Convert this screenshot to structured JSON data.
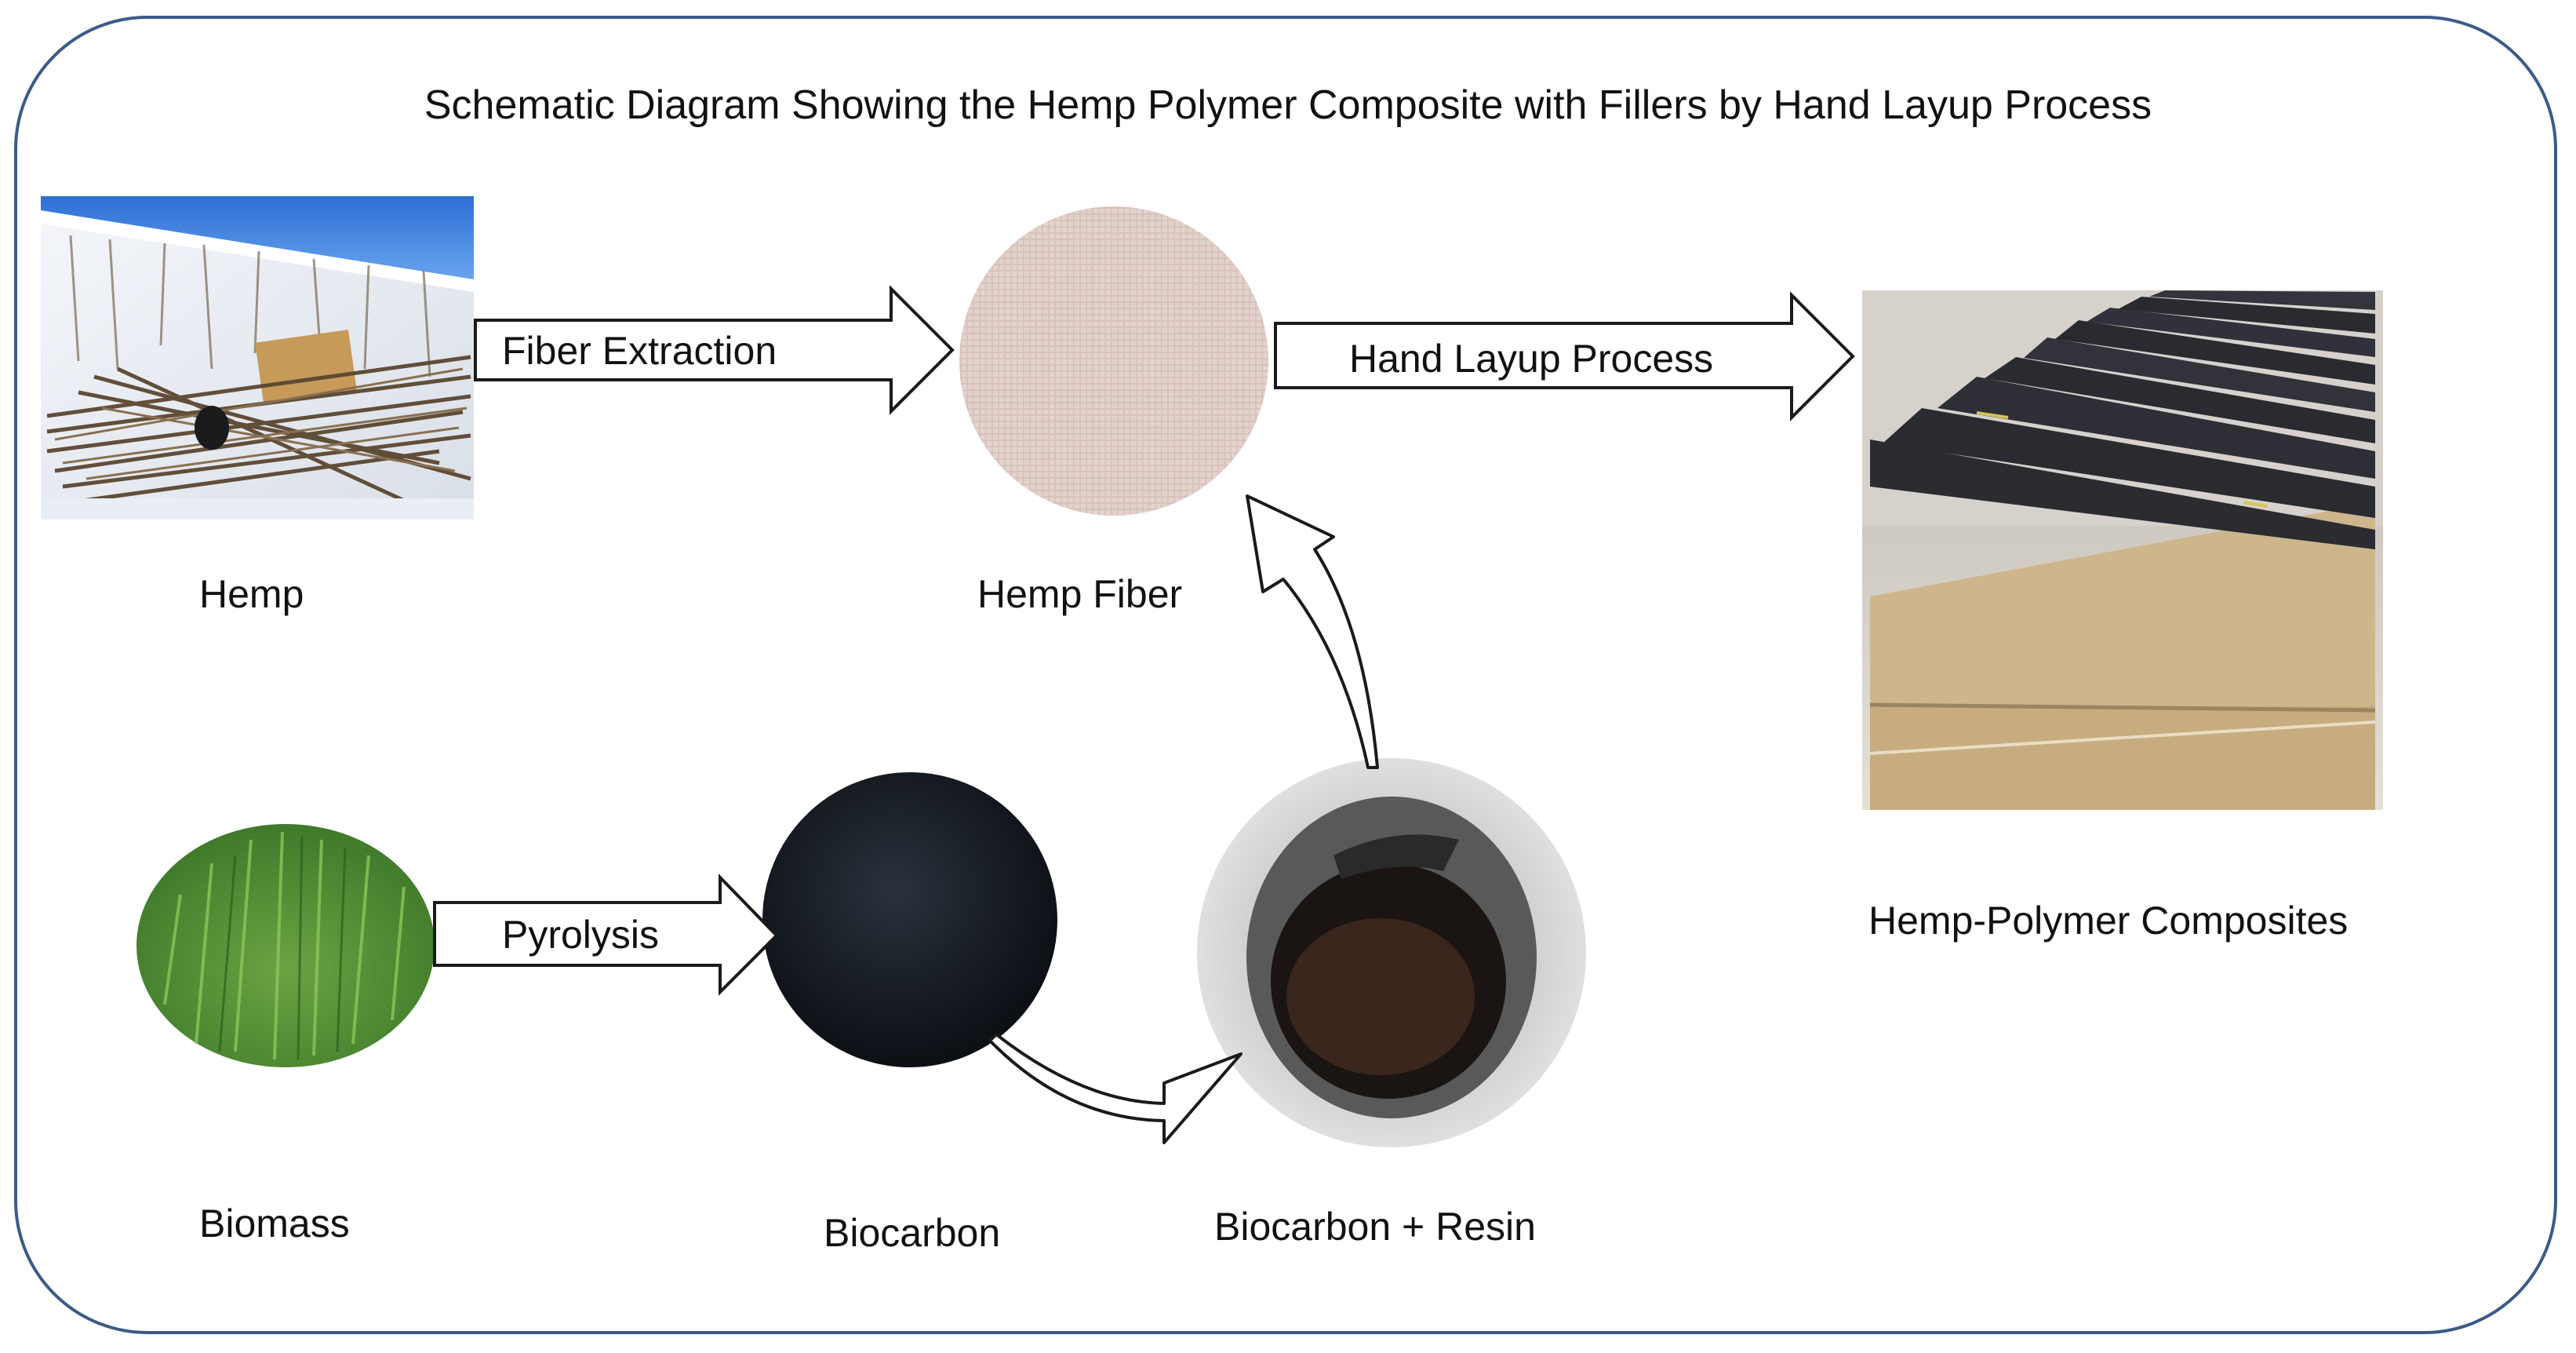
{
  "title": "Schematic Diagram Showing the Hemp Polymer Composite with Fillers by Hand Layup Process",
  "nodes": {
    "hemp": "Hemp",
    "hemp_fiber": "Hemp Fiber",
    "composites": "Hemp-Polymer Composites",
    "biomass": "Biomass",
    "biocarbon": "Biocarbon",
    "biocarbon_resin": "Biocarbon + Resin"
  },
  "edges": {
    "fiber_extraction": "Fiber Extraction",
    "hand_layup": "Hand Layup Process",
    "pyrolysis": "Pyrolysis"
  },
  "colors": {
    "frame": "#3b5b86",
    "fabric": "#e2cfc9",
    "grass": "#4f8a32",
    "biocarbon": "#151a20",
    "sheet_dark": "#2a2b31",
    "sheet_tan": "#cdb58c"
  }
}
